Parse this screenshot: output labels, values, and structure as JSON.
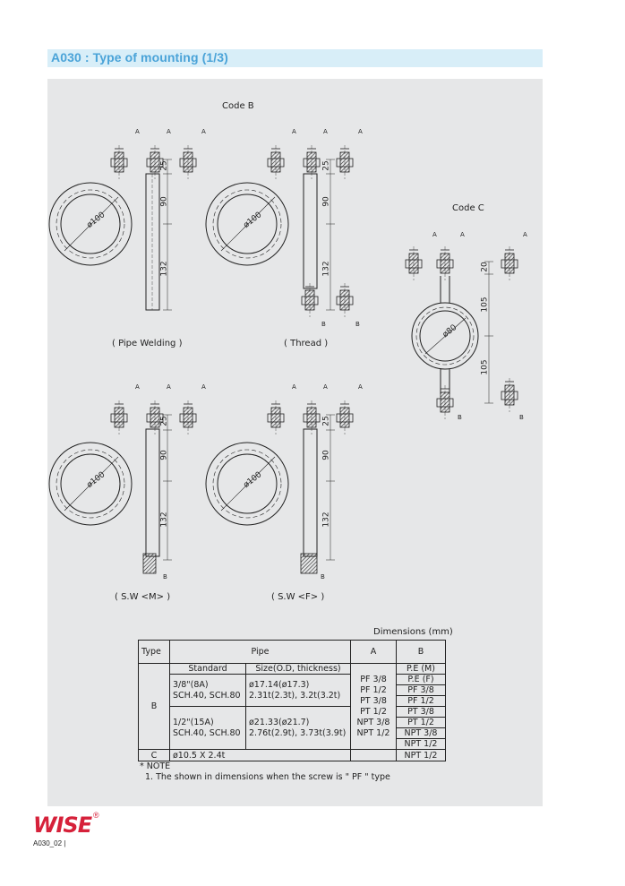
{
  "header": {
    "title": "A030 : Type of mounting (1/3)"
  },
  "drawings": {
    "code_b_label": "Code B",
    "code_c_label": "Code C",
    "pipe_welding": "( Pipe Welding )",
    "thread": "( Thread )",
    "sw_m": "( S.W <M> )",
    "sw_f": "( S.W <F> )",
    "dim_25": "25",
    "dim_90": "90",
    "dim_132": "132",
    "dim_20": "20",
    "dim_105": "105",
    "phi100": "ø100",
    "phi80": "ø80",
    "mark_a": "A",
    "mark_b": "B"
  },
  "dimensions_caption": "Dimensions (mm)",
  "table": {
    "h_type": "Type",
    "h_pipe": "Pipe",
    "h_a": "A",
    "h_b": "B",
    "h_standard": "Standard",
    "h_size": "Size(O.D, thickness)",
    "type_b": "B",
    "std_1a": "3/8\"(8A)",
    "std_1b": "SCH.40, SCH.80",
    "size_1a": "ø17.14(ø17.3)",
    "size_1b": "2.31t(2.3t), 3.2t(3.2t)",
    "std_2a": "1/2\"(15A)",
    "std_2b": "SCH.40, SCH.80",
    "size_2a": "ø21.33(ø21.7)",
    "size_2b": "2.76t(2.9t), 3.73t(3.9t)",
    "a_values": [
      "PF 3/8",
      "PF 1/2",
      "PT 3/8",
      "PT 1/2",
      "NPT 3/8",
      "NPT 1/2"
    ],
    "b_values": [
      "P.E (M)",
      "P.E (F)",
      "PF 3/8",
      "PF 1/2",
      "PT 3/8",
      "PT 1/2",
      "NPT 3/8",
      "NPT 1/2"
    ],
    "type_c": "C",
    "c_pipe": "ø10.5 X 2.4t",
    "c_b": "NPT 1/2"
  },
  "note": {
    "label": "* NOTE",
    "line1": "1. The shown in dimensions when the screw is \" PF \" type"
  },
  "footer": {
    "logo": "WISE",
    "registered": "®",
    "page": "A030_02 |"
  }
}
